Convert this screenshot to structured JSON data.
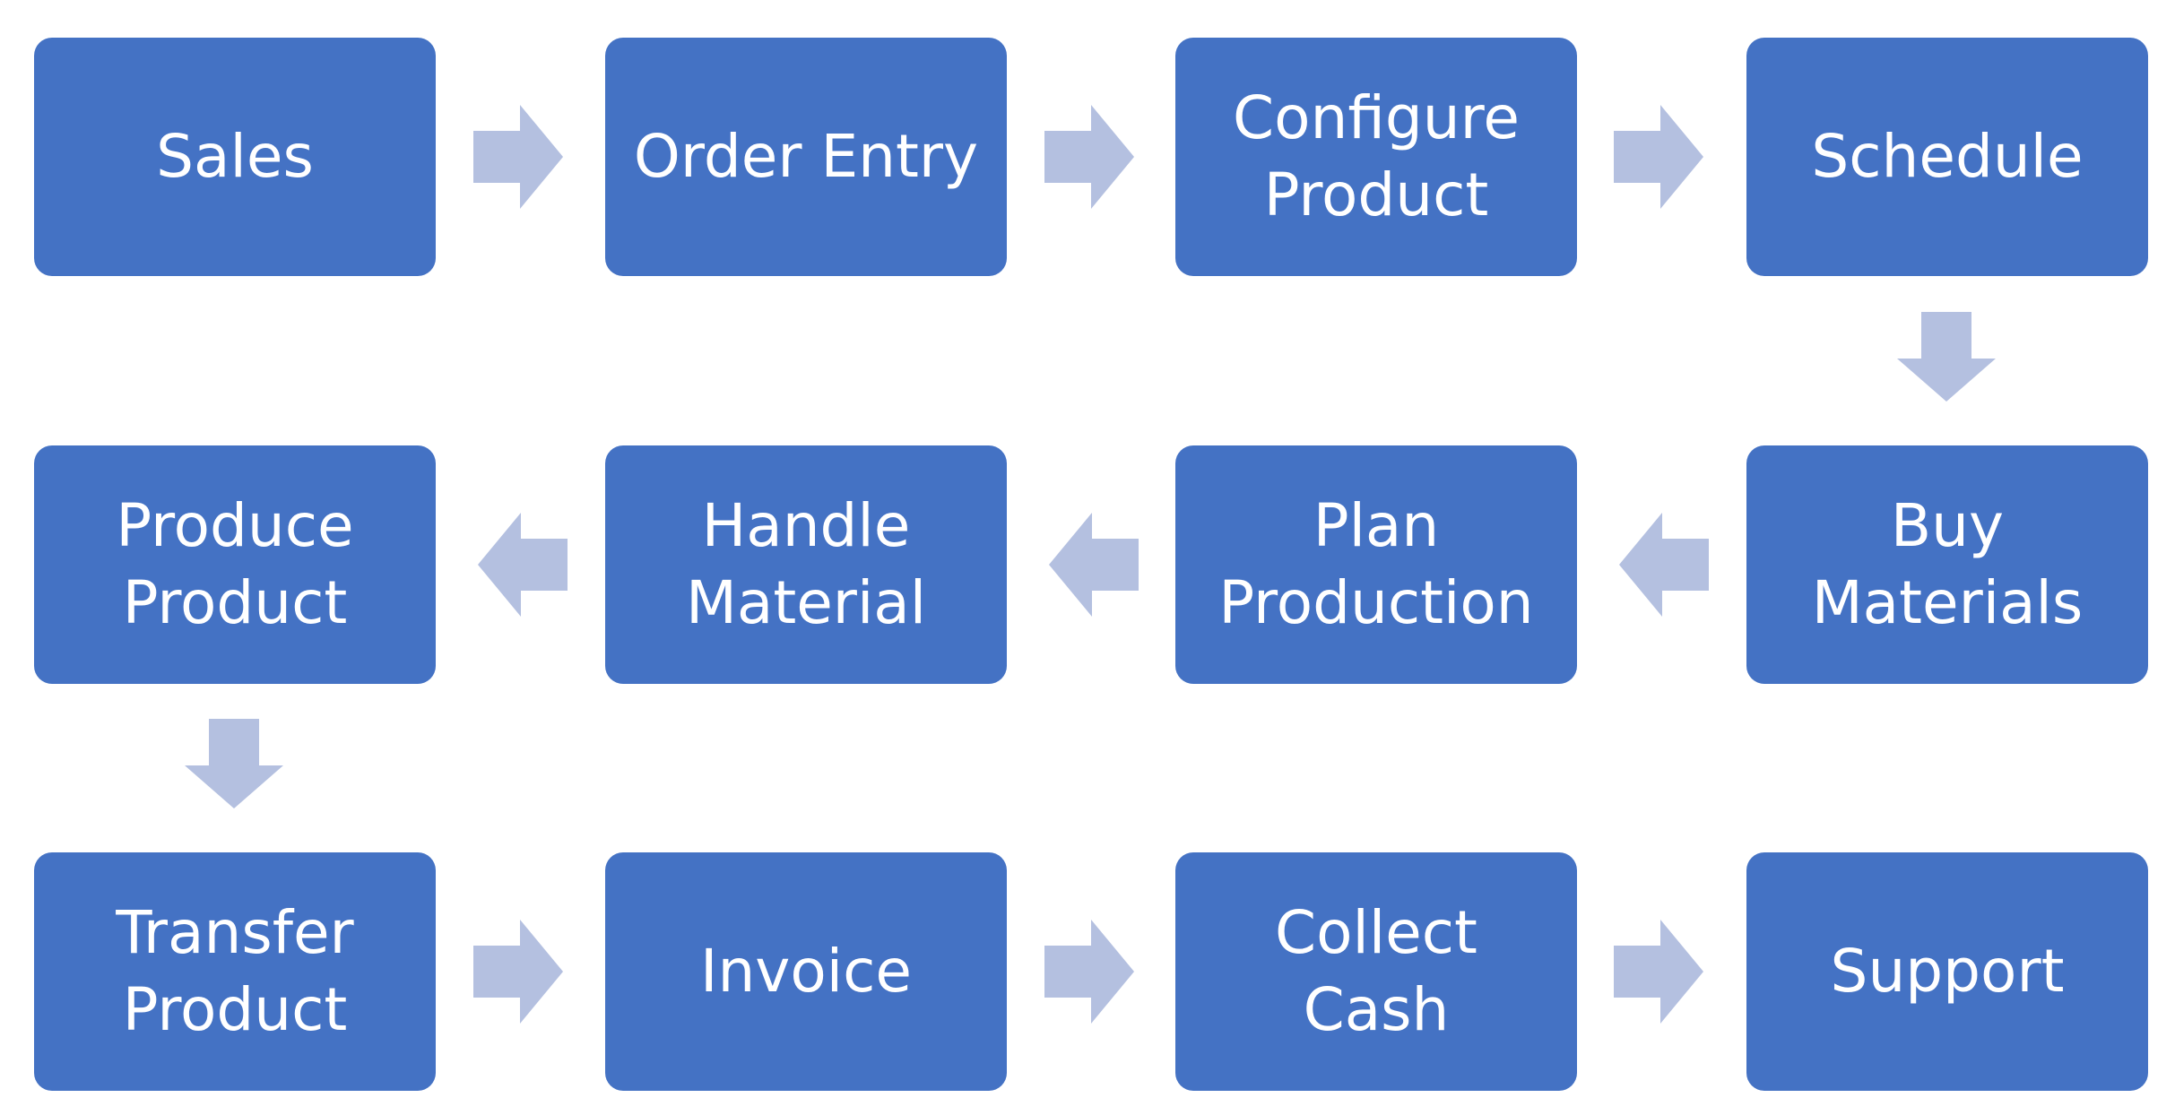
{
  "diagram": {
    "colors": {
      "box_fill": "#4472c4",
      "box_text": "#ffffff",
      "arrow_fill": "#b4c0e0",
      "background": "#ffffff"
    },
    "steps": [
      {
        "label": "Sales"
      },
      {
        "label": "Order Entry"
      },
      {
        "label": "Configure\nProduct"
      },
      {
        "label": "Schedule"
      },
      {
        "label": "Buy\nMaterials"
      },
      {
        "label": "Plan\nProduction"
      },
      {
        "label": "Handle\nMaterial"
      },
      {
        "label": "Produce\nProduct"
      },
      {
        "label": "Transfer\nProduct"
      },
      {
        "label": "Invoice"
      },
      {
        "label": "Collect\nCash"
      },
      {
        "label": "Support"
      }
    ],
    "connections": [
      {
        "from": "Sales",
        "to": "Order Entry",
        "direction": "right"
      },
      {
        "from": "Order Entry",
        "to": "Configure Product",
        "direction": "right"
      },
      {
        "from": "Configure Product",
        "to": "Schedule",
        "direction": "right"
      },
      {
        "from": "Schedule",
        "to": "Buy Materials",
        "direction": "down"
      },
      {
        "from": "Buy Materials",
        "to": "Plan Production",
        "direction": "left"
      },
      {
        "from": "Plan Production",
        "to": "Handle Material",
        "direction": "left"
      },
      {
        "from": "Handle Material",
        "to": "Produce Product",
        "direction": "left"
      },
      {
        "from": "Produce Product",
        "to": "Transfer Product",
        "direction": "down"
      },
      {
        "from": "Transfer Product",
        "to": "Invoice",
        "direction": "right"
      },
      {
        "from": "Invoice",
        "to": "Collect Cash",
        "direction": "right"
      },
      {
        "from": "Collect Cash",
        "to": "Support",
        "direction": "right"
      }
    ]
  }
}
